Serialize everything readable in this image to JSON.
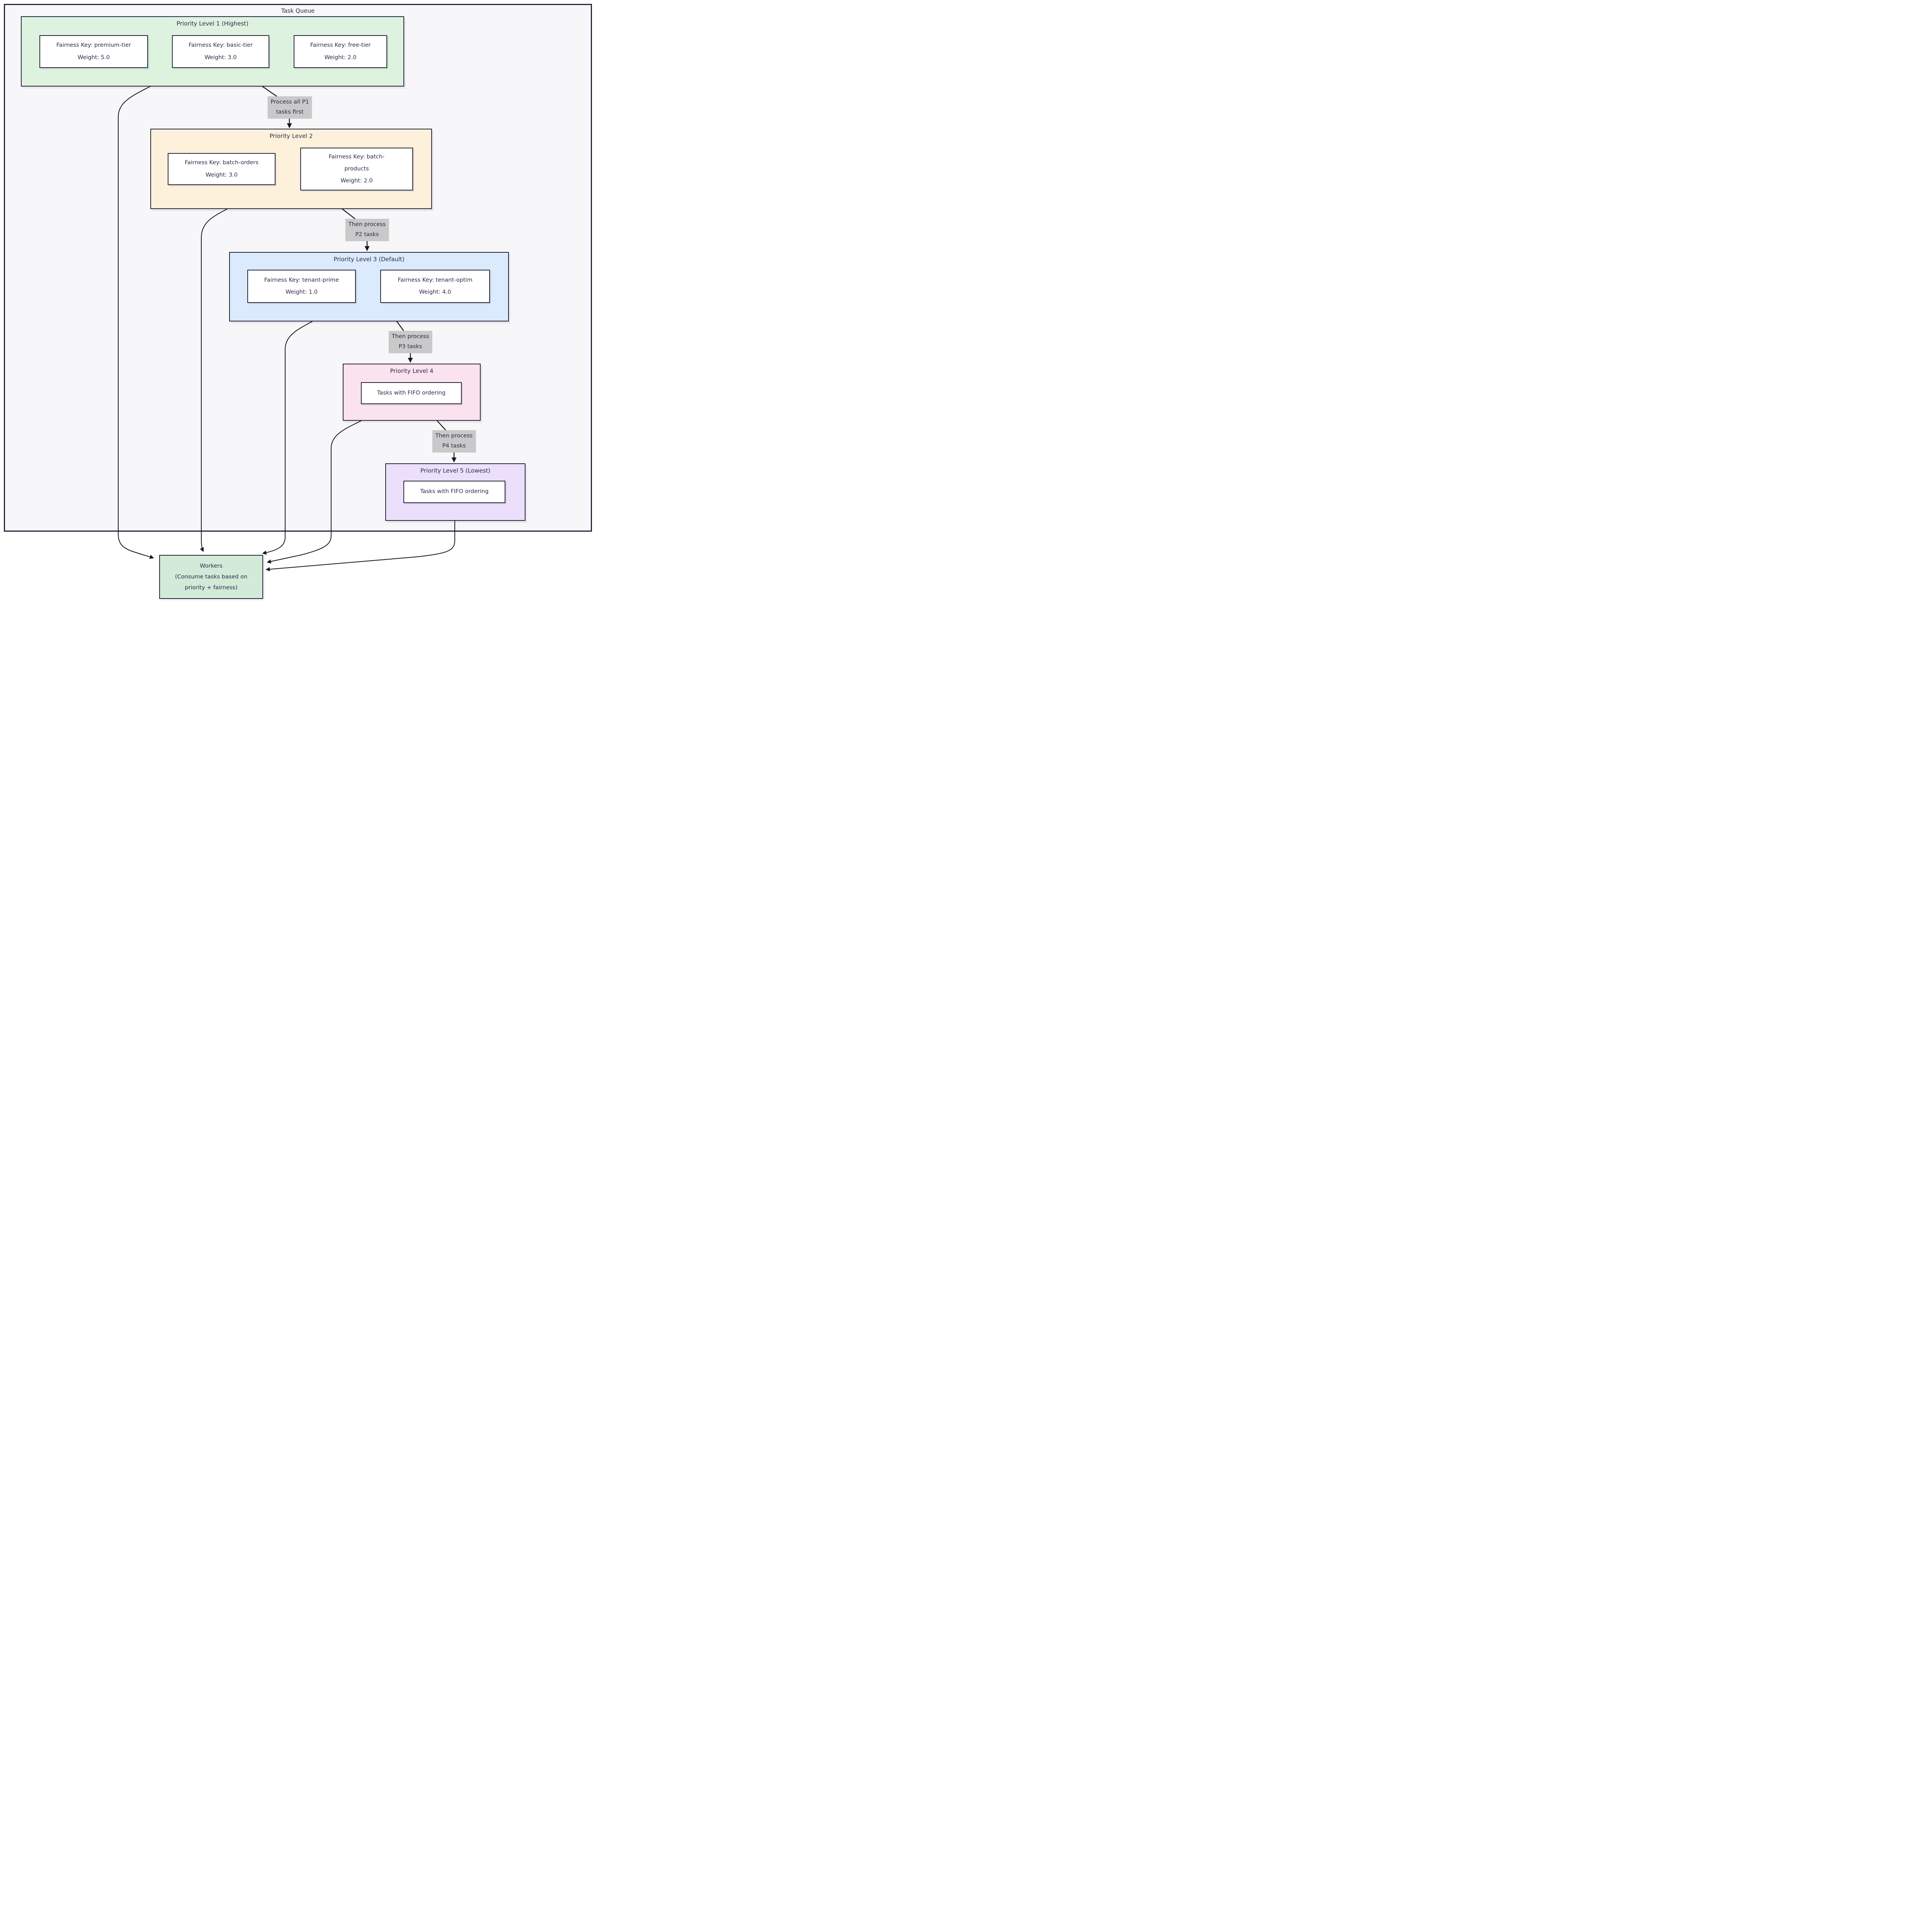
{
  "diagram_title": "Task Queue",
  "levels": {
    "p1": {
      "title": "Priority Level 1 (Highest)",
      "nodes": {
        "premium": {
          "line1": "Fairness Key: premium-tier",
          "line2": "Weight: 5.0"
        },
        "basic": {
          "line1": "Fairness Key: basic-tier",
          "line2": "Weight: 3.0"
        },
        "free": {
          "line1": "Fairness Key: free-tier",
          "line2": "Weight: 2.0"
        }
      }
    },
    "p2": {
      "title": "Priority Level 2",
      "nodes": {
        "batch_orders": {
          "line1": "Fairness Key: batch-orders",
          "line2": "Weight: 3.0"
        },
        "batch_products": {
          "line1": "Fairness Key: batch-products",
          "line2": "Weight: 2.0"
        }
      }
    },
    "p3": {
      "title": "Priority Level 3 (Default)",
      "nodes": {
        "tenant_prime": {
          "line1": "Fairness Key: tenant-prime",
          "line2": "Weight: 1.0"
        },
        "tenant_optim": {
          "line1": "Fairness Key: tenant-optim",
          "line2": "Weight: 4.0"
        }
      }
    },
    "p4": {
      "title": "Priority Level 4",
      "nodes": {
        "fifo": {
          "line1": "Tasks with FIFO ordering"
        }
      }
    },
    "p5": {
      "title": "Priority Level 5 (Lowest)",
      "nodes": {
        "fifo": {
          "line1": "Tasks with FIFO ordering"
        }
      }
    }
  },
  "edge_labels": {
    "p1_p2": {
      "line1": "Process all P1",
      "line2": "tasks first"
    },
    "p2_p3": {
      "line1": "Then process",
      "line2": "P2 tasks"
    },
    "p3_p4": {
      "line1": "Then process",
      "line2": "P3 tasks"
    },
    "p4_p5": {
      "line1": "Then process",
      "line2": "P4 tasks"
    }
  },
  "workers": {
    "line1": "Workers",
    "line2": "(Consume tasks based on",
    "line3": "priority + fairness)"
  },
  "colors": {
    "p1_bg": "#def2e0",
    "p2_bg": "#fdf1dc",
    "p3_bg": "#dbeafc",
    "p4_bg": "#fbe2ef",
    "p5_bg": "#ebdffc",
    "workers_bg": "#d2ead8",
    "edge_label_bg": "#c9c9c9",
    "border": "#252538",
    "text": "#2d2a4b",
    "arrow": "#161620",
    "canvas_bg": "#f7f7fa"
  }
}
